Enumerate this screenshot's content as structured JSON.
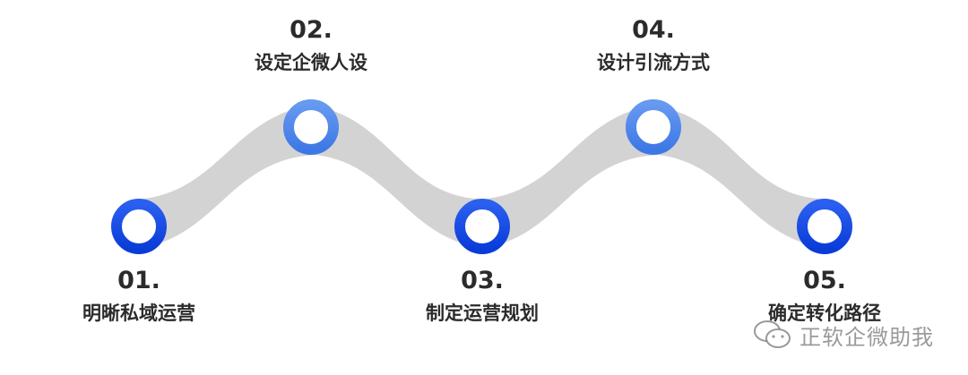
{
  "steps": [
    {
      "num": "01.",
      "title": "明晰私域运营",
      "pos": "below"
    },
    {
      "num": "02.",
      "title": "设定企微人设",
      "pos": "above"
    },
    {
      "num": "03.",
      "title": "制定运营规划",
      "pos": "below"
    },
    {
      "num": "04.",
      "title": "设计引流方式",
      "pos": "above"
    },
    {
      "num": "05.",
      "title": "确定转化路径",
      "pos": "below"
    }
  ],
  "watermark": {
    "text": "正软企微助我",
    "icon": "wechat-icon"
  },
  "colors": {
    "band": "#d3d3d3",
    "node_low": "#0a3fdc",
    "node_high": "#5b91ee",
    "text": "#2b2b2b"
  }
}
